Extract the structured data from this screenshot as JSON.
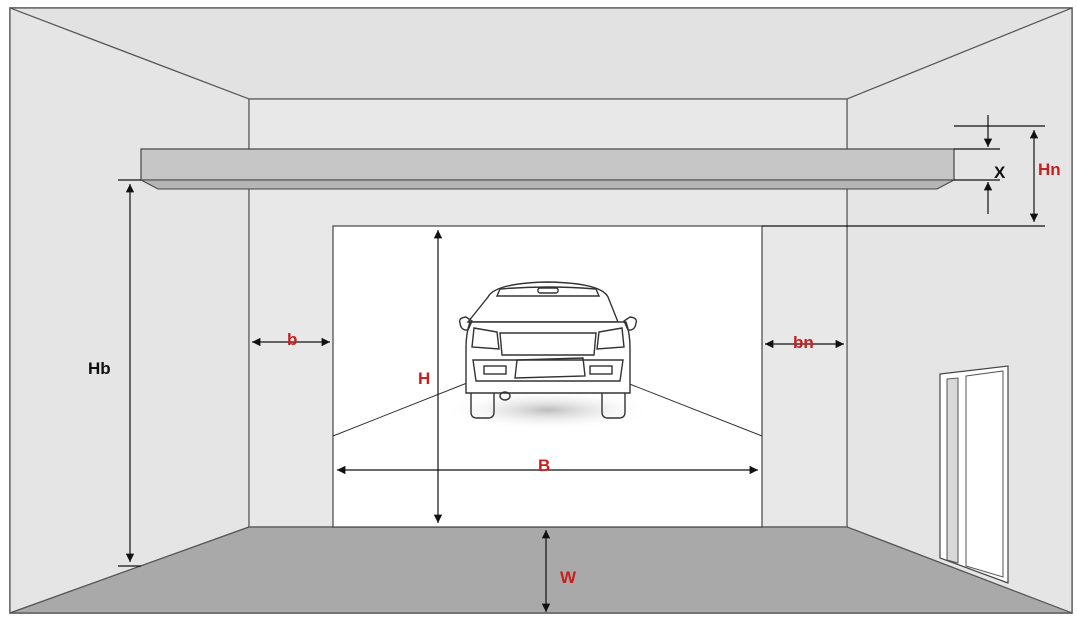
{
  "labels": {
    "x": "X",
    "hn": "Hn",
    "hb": "Hb",
    "b": "b",
    "bn": "bn",
    "h": "H",
    "big_b": "B",
    "w": "W"
  },
  "colors": {
    "wall": "#e6e6e6",
    "floor": "#a8a8a8",
    "beam": "#c4c4c4",
    "opening": "#ffffff",
    "line": "#333333",
    "label_red": "#c8201e",
    "label_black": "#111111"
  },
  "icons": {
    "car": "car-rear-icon",
    "door": "side-door-icon"
  }
}
